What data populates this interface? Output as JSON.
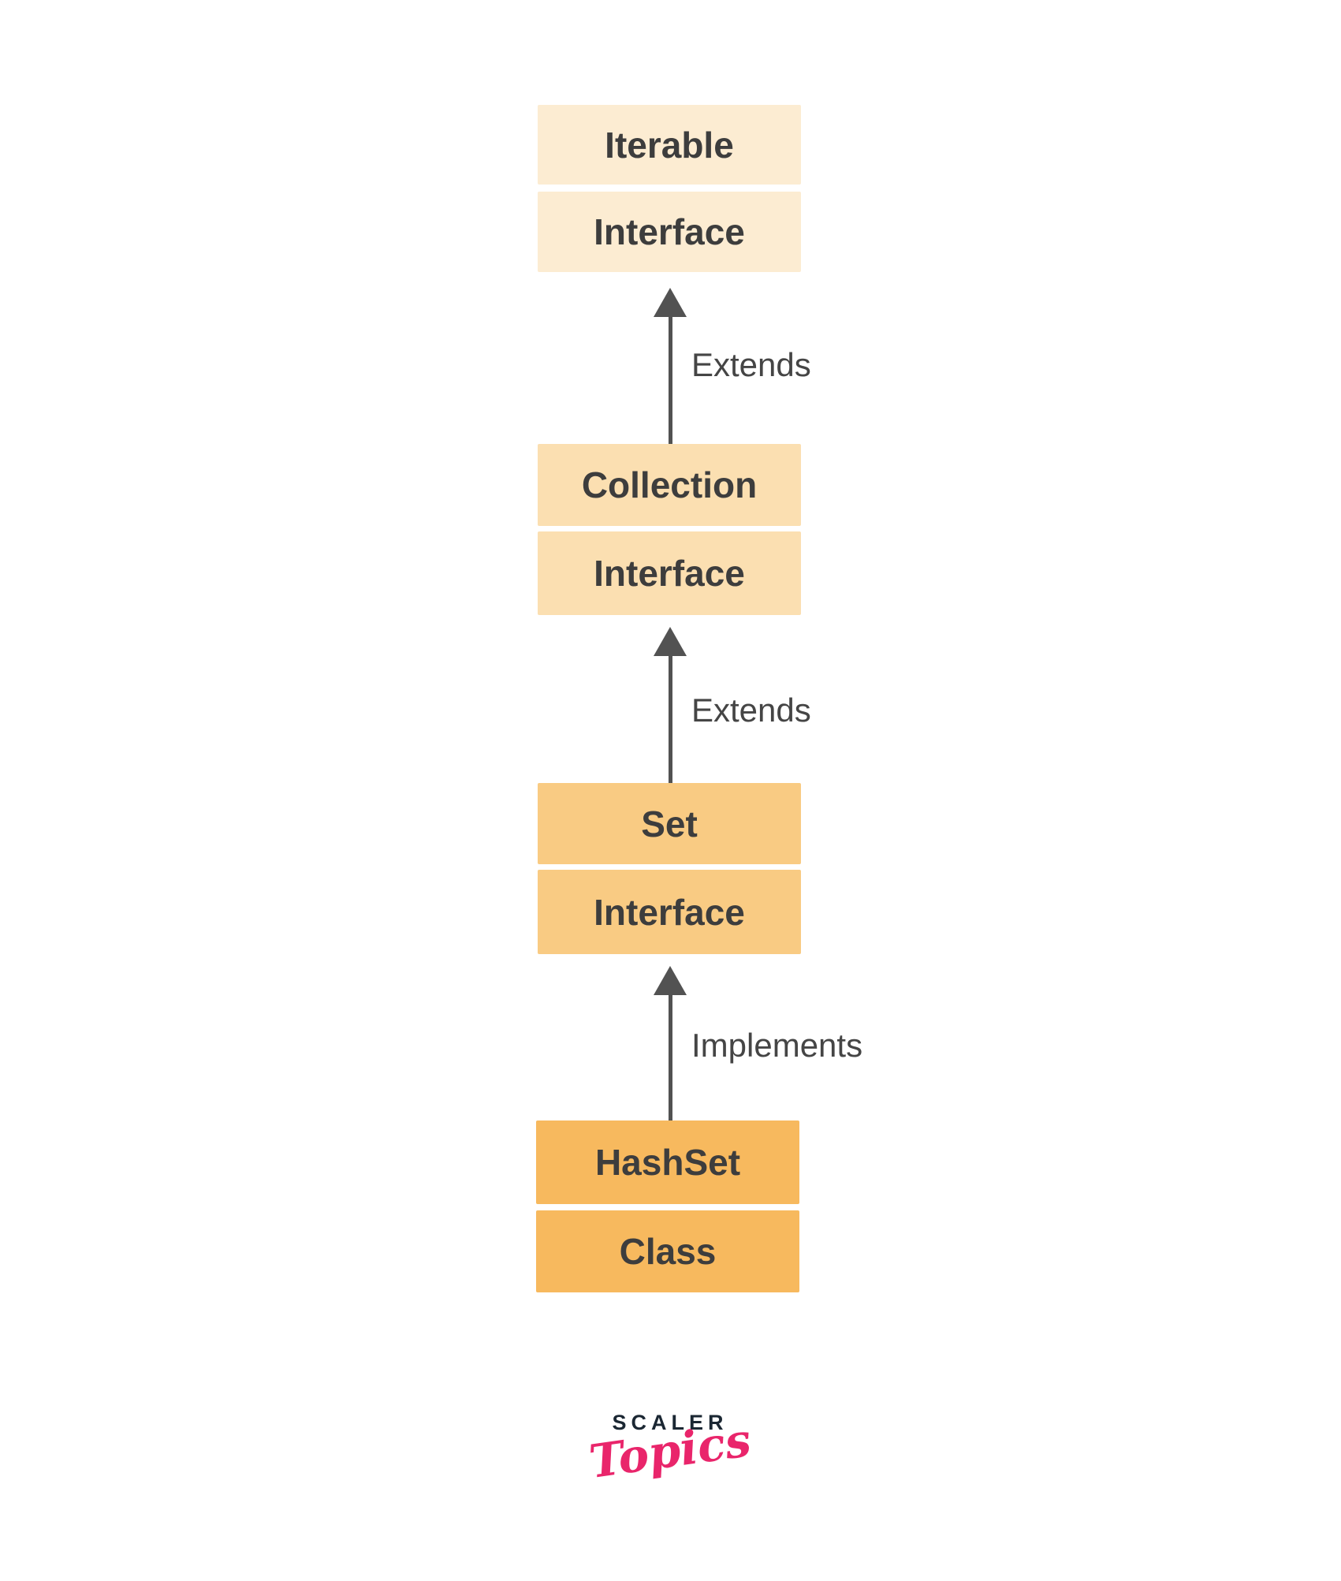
{
  "diagram": {
    "nodes": [
      {
        "title": "Iterable",
        "kind": "Interface"
      },
      {
        "title": "Collection",
        "kind": "Interface"
      },
      {
        "title": "Set",
        "kind": "Interface"
      },
      {
        "title": "HashSet",
        "kind": "Class"
      }
    ],
    "edges": [
      {
        "label": "Extends"
      },
      {
        "label": "Extends"
      },
      {
        "label": "Implements"
      }
    ],
    "colors": {
      "tier_iterable": "#fcecd2",
      "tier_collection": "#fbdfb1",
      "tier_set": "#f9cb83",
      "tier_hashset": "#f7b95e",
      "arrow": "#525252",
      "box_text": "#3d3d3d",
      "edge_label_text": "#454545"
    }
  },
  "logo": {
    "brand": "SCALER",
    "product": "Topics",
    "brand_color": "#1b2733",
    "product_color": "#e9256b"
  }
}
